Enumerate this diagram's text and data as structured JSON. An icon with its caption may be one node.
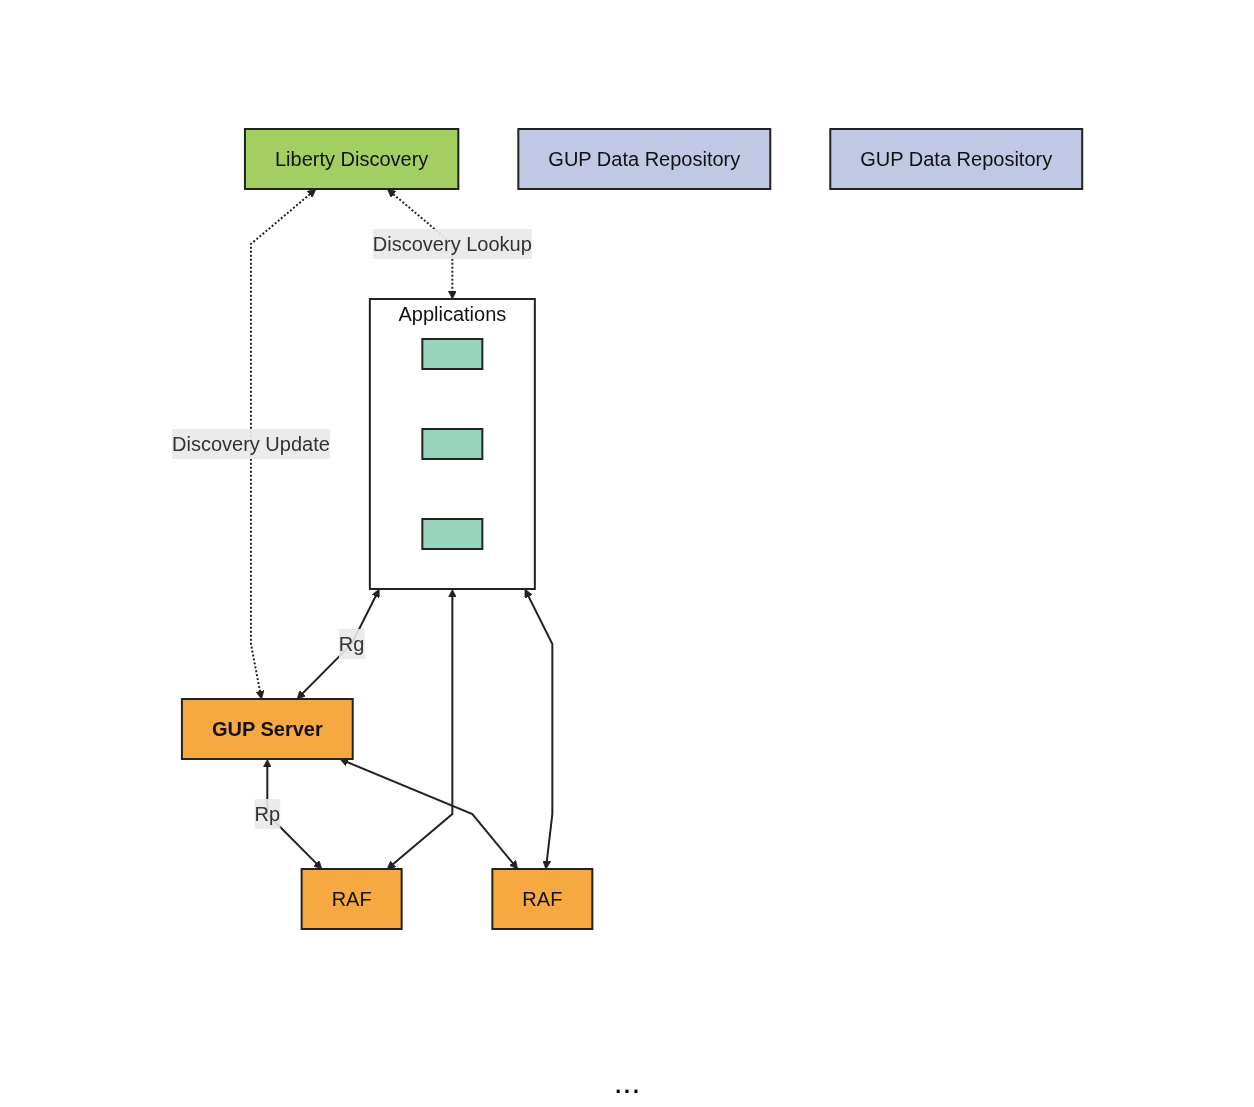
{
  "diagram": {
    "nodes": [
      {
        "text": [
          "Liberty Discovery"
        ]
      },
      {
        "text": [
          "Applications"
        ]
      },
      {
        "text": [],
        "shape": "box",
        "in": 1
      },
      {
        "text": [],
        "shape": "box",
        "in": 1
      },
      {
        "text": [],
        "shape": "box",
        "in": 1
      },
      {
        "text": [
          "GUP Server"
        ]
      },
      {
        "text": [
          "RAF"
        ]
      },
      {
        "text": [
          "GUP Data Repository"
        ]
      },
      {
        "text": [
          "RAF"
        ]
      },
      {
        "text": [
          "GUP Data Repository"
        ]
      }
    ],
    "edges": [
      {
        "from": 0,
        "to": 1,
        "arrow": "both",
        "style": "dashed",
        "label": "Discovery Lookup"
      },
      {
        "from": 0,
        "to": 5,
        "arrow": "both",
        "style": "dashed",
        "label": "Discovery Update"
      },
      {
        "from": 1,
        "to": 5,
        "arrow": "both",
        "label": "Rg"
      },
      {
        "from": 5,
        "to": 6,
        "arrow": "both",
        "label": "Rp"
      },
      {
        "from": 5,
        "to": 8,
        "arrow": "both"
      },
      {
        "from": 1,
        "to": 6,
        "arrow": "both"
      },
      {
        "from": 1,
        "to": 8,
        "arrow": "both"
      }
    ],
    "labels": [
      "..."
    ]
  }
}
